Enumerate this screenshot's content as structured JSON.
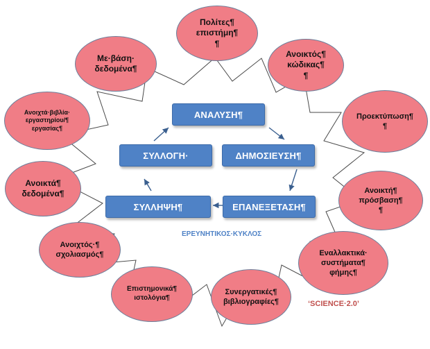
{
  "colors": {
    "ellipse_fill": "#f07d86",
    "ellipse_border": "#6b7f9b",
    "box_fill": "#4f82c6",
    "arrow": "#3a5f8f",
    "caption": "#4f82c6",
    "science": "#c0504d"
  },
  "cycle": {
    "analysis": "ΑΝΑΛΥΣΗ¶",
    "publication": "ΔΗΜΟΣΙΕΥΣΗ¶",
    "review": "ΕΠΑΝΕΞΕΤΑΣΗ¶",
    "conception": "ΣΥΛΛΗΨΗ¶",
    "collection": "ΣΥΛΛΟΓΗ·",
    "caption": "ΕΡΕΥΝΗΤΙΚΟΣ·ΚΥΚΛΟΣ"
  },
  "ellipses": {
    "citizens": "Πολίτες¶\nεπιστήμη¶\n¶",
    "open_code": "Ανοικτός¶\nκώδικας¶\n¶",
    "preprint": "Προεκτύπωση¶\n¶",
    "open_access": "Ανοικτή¶\nπρόσβαση¶\n¶",
    "alt_reputation": "Εναλλακτικά·\nσυστήματα¶\nφήμης¶",
    "collab_bib": "Συνεργατικές¶\nβιβλιογραφίες¶",
    "sci_blogs": "Επιστημονικά¶\nιστολόγια¶",
    "open_comment": "Ανοιχτός·¶\nσχολιασμός¶",
    "open_data": "Ανοικτά¶\nδεδομένα¶",
    "open_notebooks": "Ανοιχτά·βιβλία·\nεργαστηρίου/¶\nεργασίας¶",
    "data_based": "Με·βάση·\nδεδομένα¶"
  },
  "footer": {
    "science": "‘SCIENCE·2.0’"
  }
}
